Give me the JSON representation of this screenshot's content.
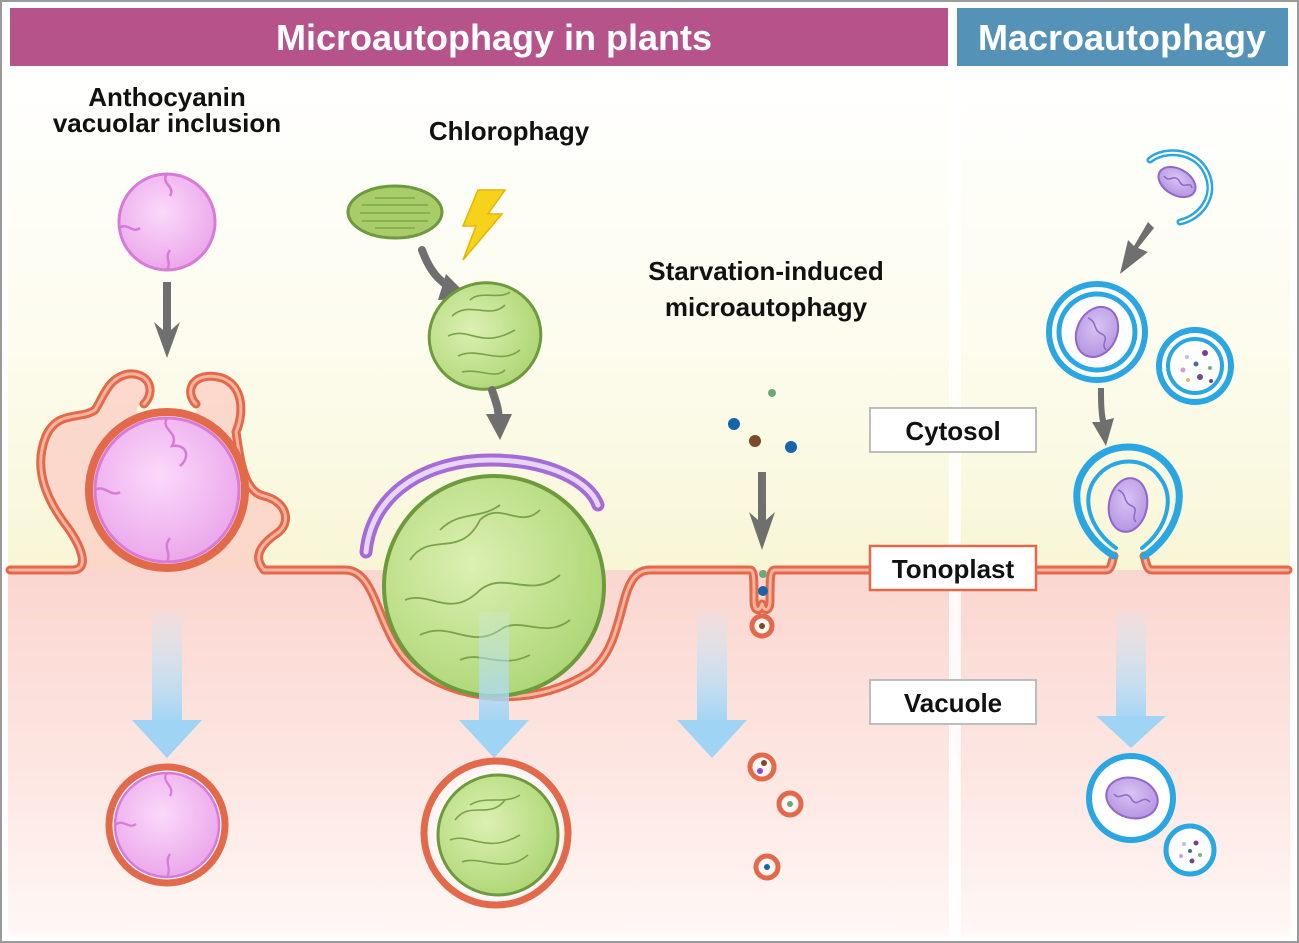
{
  "banners": {
    "micro": "Microautophagy in plants",
    "macro": "Macroautophagy"
  },
  "sections": {
    "anthocyanin_line1": "Anthocyanin",
    "anthocyanin_line2": "vacuolar inclusion",
    "chlorophagy": "Chlorophagy",
    "starvation_line1": "Starvation-induced",
    "starvation_line2": "microautophagy"
  },
  "compartments": {
    "cytosol": "Cytosol",
    "tonoplast": "Tonoplast",
    "vacuole": "Vacuole"
  },
  "colors": {
    "micro_banner": "#b5538a",
    "macro_banner": "#5592b8",
    "membrane": "#e26a4a",
    "membrane_light": "#f8b7a5",
    "anthocyanin": "#f3b6f0",
    "anthocyanin_stroke": "#d77ad8",
    "chloroplast": "#bfe08a",
    "chloroplast_stroke": "#6d9a3c",
    "phagophore": "#a56bd6",
    "autophagosome": "#2aa6e3",
    "mitochondrion": "#c4a3e8",
    "arrow_grey": "#6f6f6f",
    "arrow_blue": "#a9daf7",
    "cytosol_bg": "#fbf9e3",
    "vacuole_bg": "#fbe1dd",
    "lightning": "#f7d21a"
  }
}
